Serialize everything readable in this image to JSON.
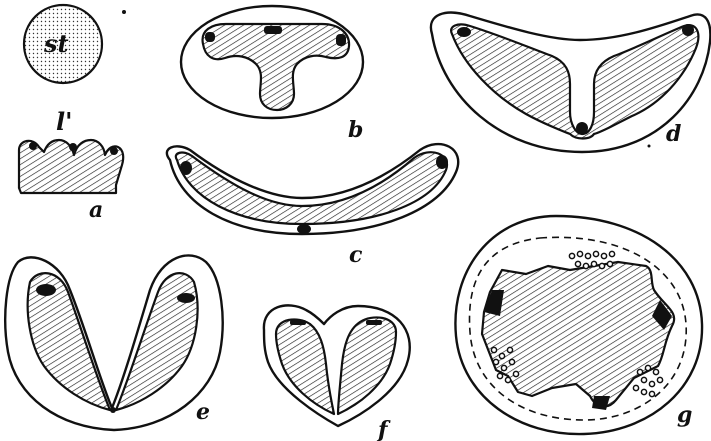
{
  "figure": {
    "labels": {
      "st": "st",
      "l": "l'",
      "a": "a",
      "b": "b",
      "c": "c",
      "d": "d",
      "e": "e",
      "f": "f",
      "g": "g"
    },
    "colors": {
      "ink": "#111111",
      "paper": "#ffffff"
    }
  }
}
